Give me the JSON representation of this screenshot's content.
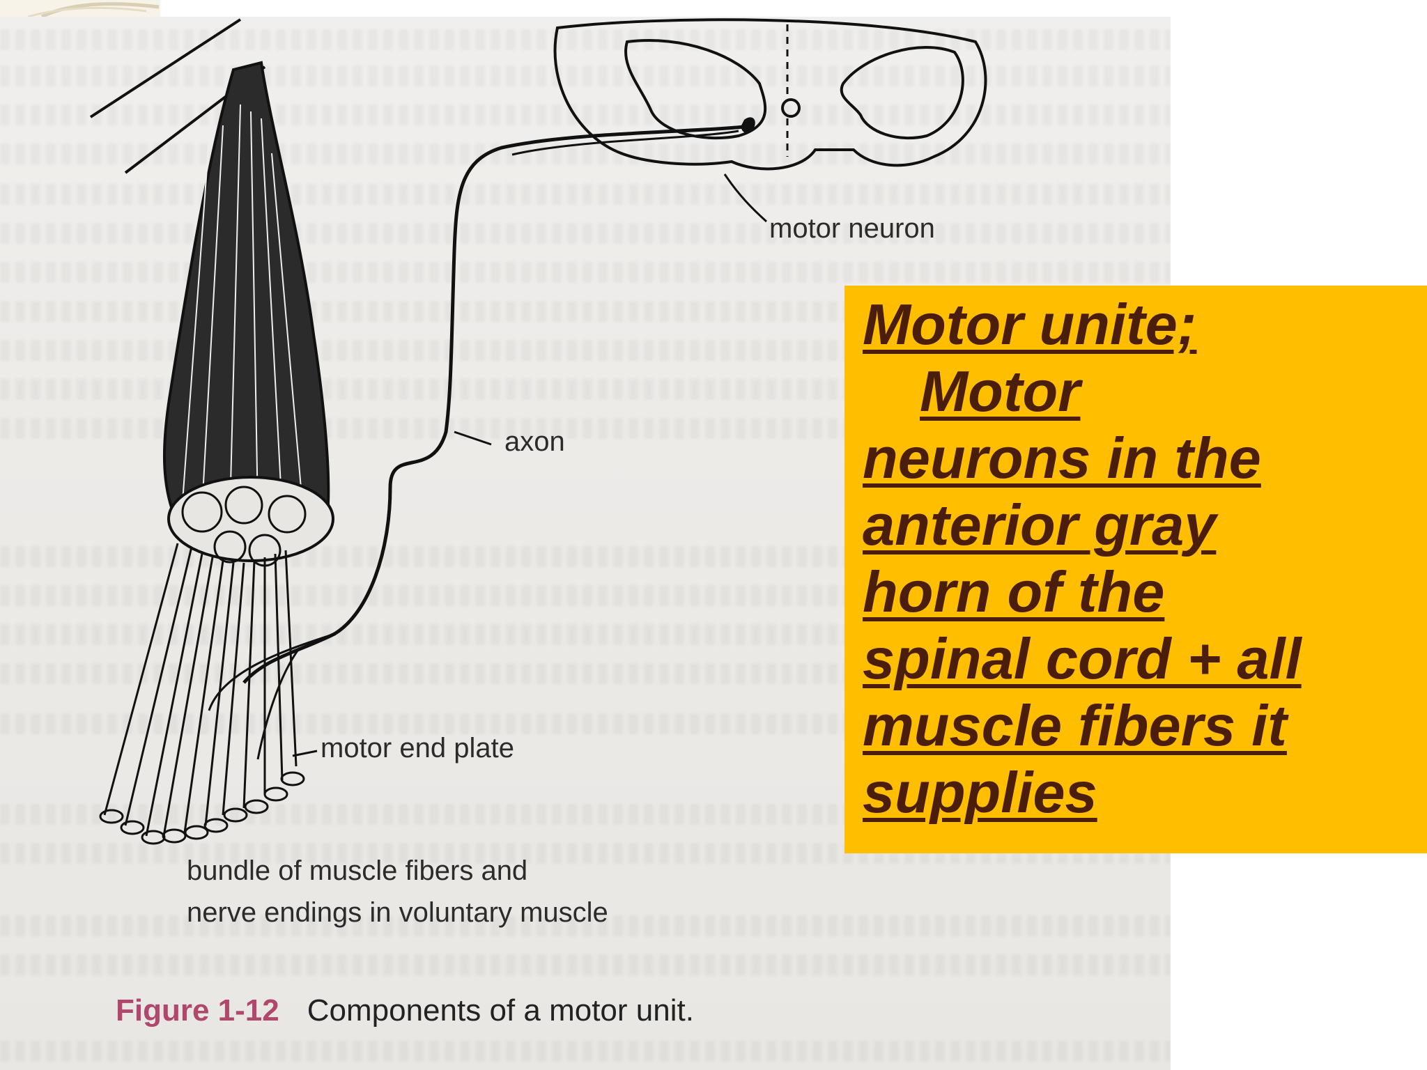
{
  "diagram": {
    "labels": {
      "motor_neuron": "motor neuron",
      "axon": "axon",
      "motor_end_plate": "motor end plate"
    },
    "bundle_caption": [
      "bundle of muscle fibers and",
      "nerve endings in voluntary muscle"
    ],
    "figure_number": "Figure 1-12",
    "figure_title": "Components of a motor unit."
  },
  "definition": {
    "lines": [
      "Motor unite;",
      "Motor",
      "neurons in the",
      "anterior gray",
      "horn of the",
      "spinal cord + all",
      "muscle fibers it",
      "supplies"
    ],
    "box_color": "#ffbf00",
    "text_color": "#4a1e0a"
  },
  "colors": {
    "figure_number": "#b0476c"
  }
}
